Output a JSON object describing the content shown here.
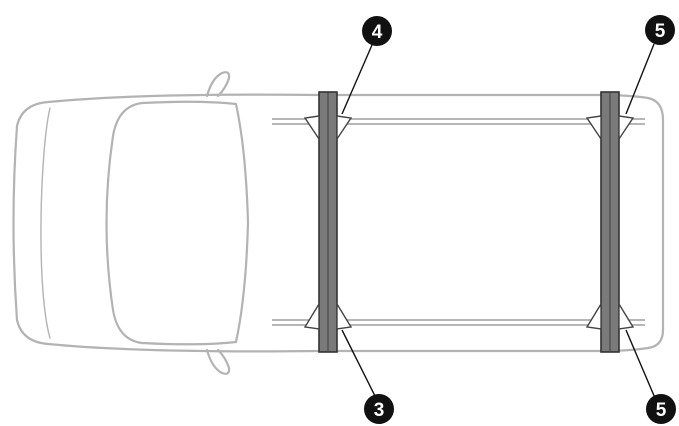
{
  "diagram": {
    "colors": {
      "vehicle_outline": "#b3b3b3",
      "rail_line": "#9e9e9e",
      "crossbar": "#7a7a7a",
      "crossbar_edge": "#333333",
      "foot": "#ffffff",
      "foot_edge": "#444444",
      "callout_bg": "#111111",
      "callout_text": "#ffffff"
    },
    "callouts": [
      {
        "label": "4"
      },
      {
        "label": "5"
      },
      {
        "label": "3"
      },
      {
        "label": "5"
      }
    ]
  }
}
